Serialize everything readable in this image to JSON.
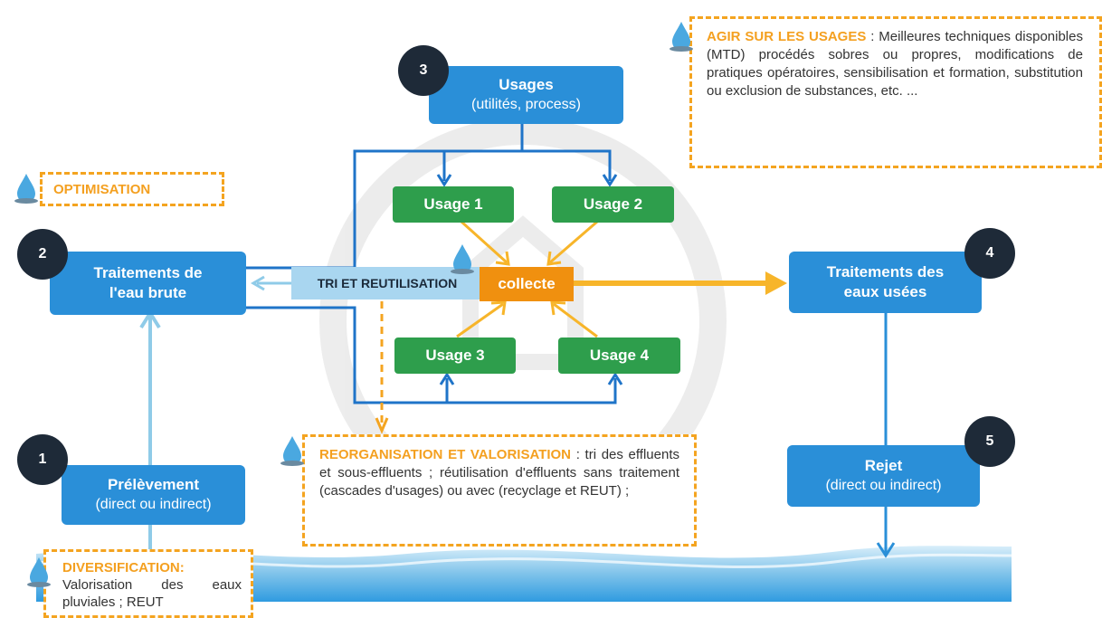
{
  "boxes": {
    "usages": {
      "title": "Usages",
      "subtitle": "(utilités, process)"
    },
    "usage1": "Usage 1",
    "usage2": "Usage 2",
    "usage3": "Usage 3",
    "usage4": "Usage 4",
    "collecte": "collecte",
    "traitement_brute": {
      "line1": "Traitements de",
      "line2": "l'eau brute"
    },
    "traitement_usees": {
      "line1": "Traitements des",
      "line2": "eaux usées"
    },
    "prelevement": {
      "title": "Prélèvement",
      "subtitle": "(direct ou indirect)"
    },
    "rejet": {
      "title": "Rejet",
      "subtitle": "(direct ou indirect)"
    },
    "tri": "TRI ET REUTILISATION"
  },
  "numbers": [
    "1",
    "2",
    "3",
    "4",
    "5"
  ],
  "notes": {
    "agir": {
      "label": "AGIR SUR LES USAGES",
      "text": " : Meilleures techniques disponibles (MTD) procédés sobres ou propres, modifications de pratiques opératoires, sensibilisation et formation, substitution ou exclusion de substances, etc. ..."
    },
    "optimisation": {
      "label": "OPTIMISATION"
    },
    "reorganisation": {
      "label": "REORGANISATION ET VALORISATION",
      "text": " : tri des effluents et sous-effluents ; réutilisation d'effluents sans traitement (cascades d'usages) ou avec (recyclage et REUT) ;"
    },
    "diversification": {
      "label": "DIVERSIFICATION:",
      "text": "Valorisation des eaux pluviales ; REUT"
    }
  },
  "colors": {
    "blue": "#2a8fd8",
    "green": "#2e9e4c",
    "orange": "#f0900f",
    "dark": "#1e2a38",
    "note_border": "#f4a420",
    "light_arrow": "#8fcbe8"
  },
  "icons": [
    "water-drop-icon"
  ]
}
